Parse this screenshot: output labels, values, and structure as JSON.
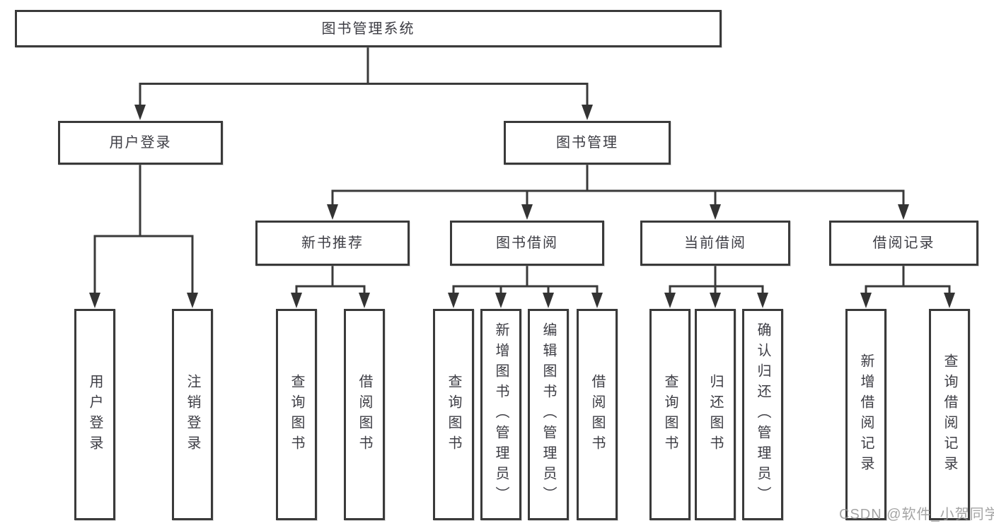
{
  "tree": {
    "root": {
      "label": "图书管理系统"
    },
    "user_login": {
      "label": "用户登录",
      "children": {
        "login": {
          "label": "用户登录"
        },
        "logout": {
          "label": "注销登录"
        }
      }
    },
    "book_mgmt": {
      "label": "图书管理",
      "children": {
        "new_book_rec": {
          "label": "新书推荐",
          "children": {
            "query_books": {
              "label": "查询图书"
            },
            "borrow_books": {
              "label": "借阅图书"
            }
          }
        },
        "book_borrow": {
          "label": "图书借阅",
          "children": {
            "query_books": {
              "label": "查询图书"
            },
            "add_books": {
              "label": "新增图书（管理员）"
            },
            "edit_books": {
              "label": "编辑图书（管理员）"
            },
            "borrow_books": {
              "label": "借阅图书"
            }
          }
        },
        "current_borrow": {
          "label": "当前借阅",
          "children": {
            "query_books": {
              "label": "查询图书"
            },
            "return_books": {
              "label": "归还图书"
            },
            "confirm_return": {
              "label": "确认归还（管理员）"
            }
          }
        },
        "borrow_records": {
          "label": "借阅记录",
          "children": {
            "add_record": {
              "label": "新增借阅记录"
            },
            "query_record": {
              "label": "查询借阅记录"
            }
          }
        }
      }
    }
  },
  "watermark": {
    "text": "CSDN @软件_小贺同学"
  },
  "colors": {
    "line": "#3a3a3a",
    "box_border": "#3a3a3a",
    "text": "#3d3d44",
    "watermark": "#949494",
    "background": "#ffffff"
  }
}
